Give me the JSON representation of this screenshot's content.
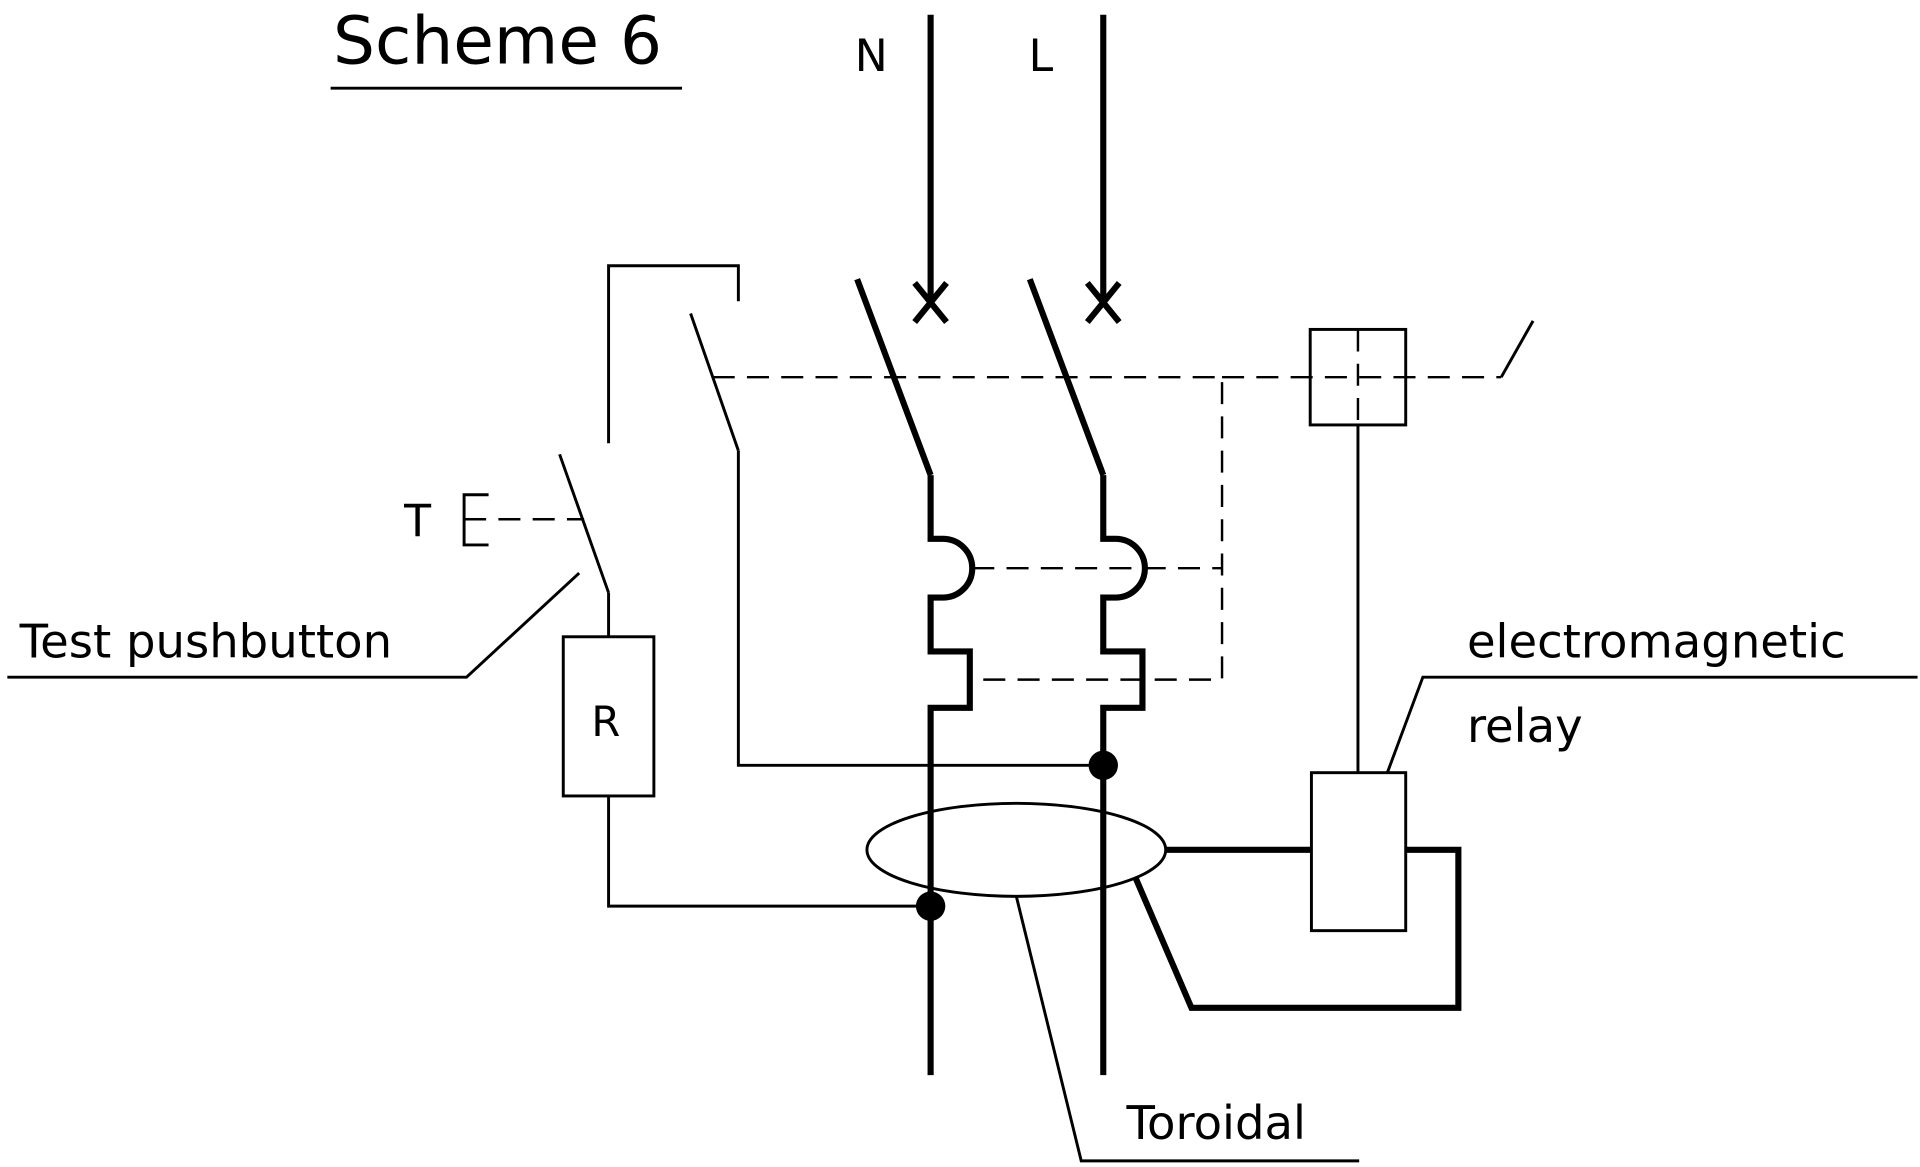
{
  "title": "Scheme 6",
  "labels": {
    "neutral": "N",
    "line": "L",
    "test_button": "T",
    "test_pushbutton": "Test pushbutton",
    "resistor": "R",
    "relay_line1": "electromagnetic",
    "relay_line2": "relay",
    "toroidal": "Toroidal"
  },
  "colors": {
    "ink": "#000000",
    "background": "#ffffff"
  }
}
